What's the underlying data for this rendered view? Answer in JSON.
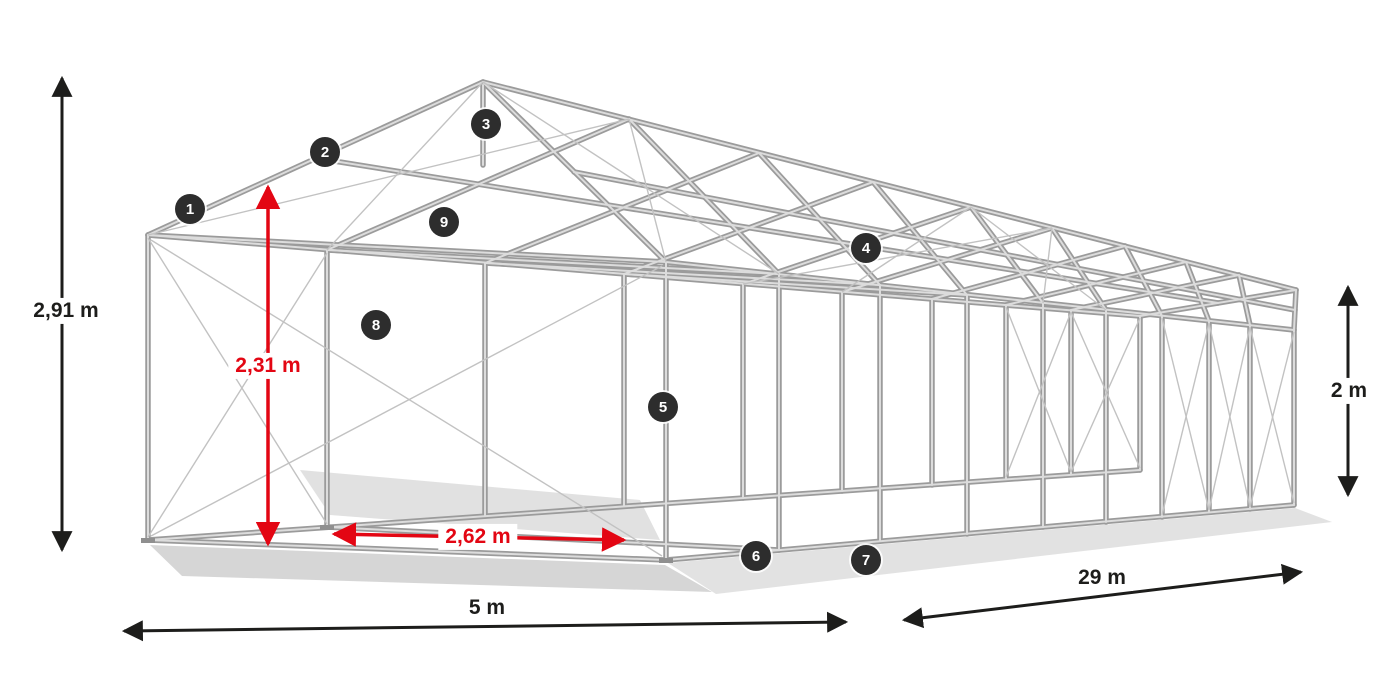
{
  "diagram": {
    "type": "tent-frame-construction-wireframe",
    "markers": [
      {
        "label": "1"
      },
      {
        "label": "2"
      },
      {
        "label": "3"
      },
      {
        "label": "4"
      },
      {
        "label": "5"
      },
      {
        "label": "6"
      },
      {
        "label": "7"
      },
      {
        "label": "8"
      },
      {
        "label": "9"
      }
    ],
    "dimensions": {
      "total_height": {
        "label": "2,91 m"
      },
      "clearance_height": {
        "label": "2,31 m"
      },
      "clearance_width": {
        "label": "2,62 m"
      },
      "width": {
        "label": "5 m"
      },
      "length": {
        "label": "29 m"
      },
      "side_height": {
        "label": "2 m"
      }
    },
    "colors": {
      "accent_red": "#e30613",
      "dimension_black": "#1d1d1b",
      "badge_bg": "#2d2d2d",
      "badge_text": "#ffffff",
      "frame_gray": "#a0a0a0",
      "frame_highlight": "#dcdcdc"
    }
  }
}
